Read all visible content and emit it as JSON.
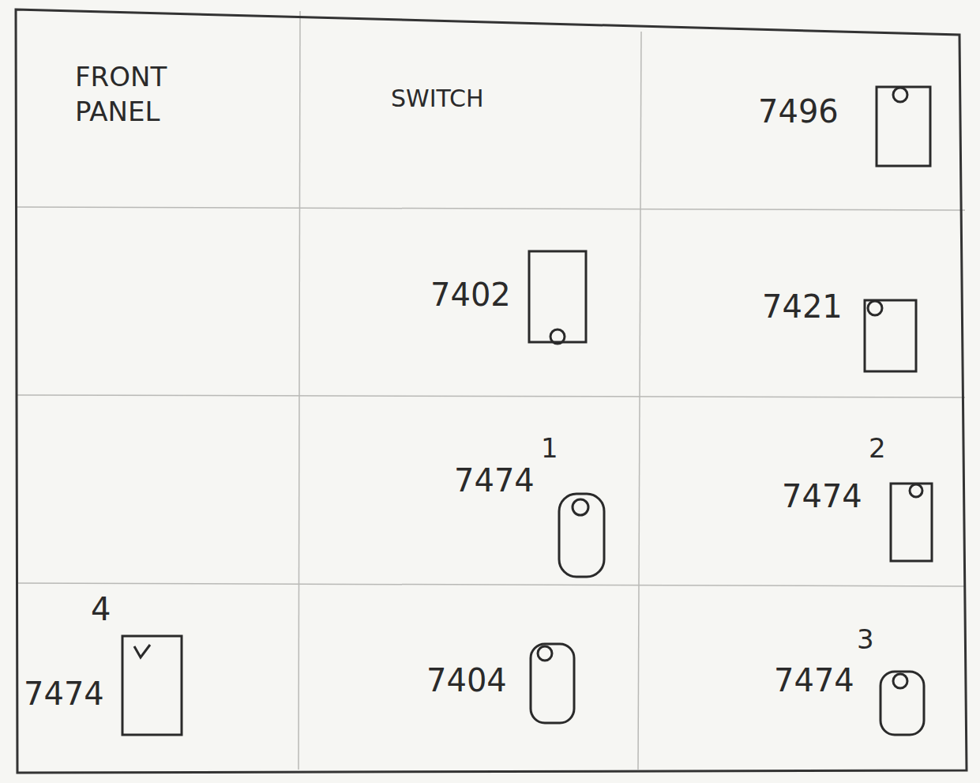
{
  "diagram": {
    "labels": [
      "FRONT PANEL",
      "SWITCH",
      "7496",
      "7402",
      "7421",
      "1",
      "7474",
      "2",
      "7474",
      "4",
      "7474",
      "7404",
      "3",
      "7474"
    ]
  }
}
